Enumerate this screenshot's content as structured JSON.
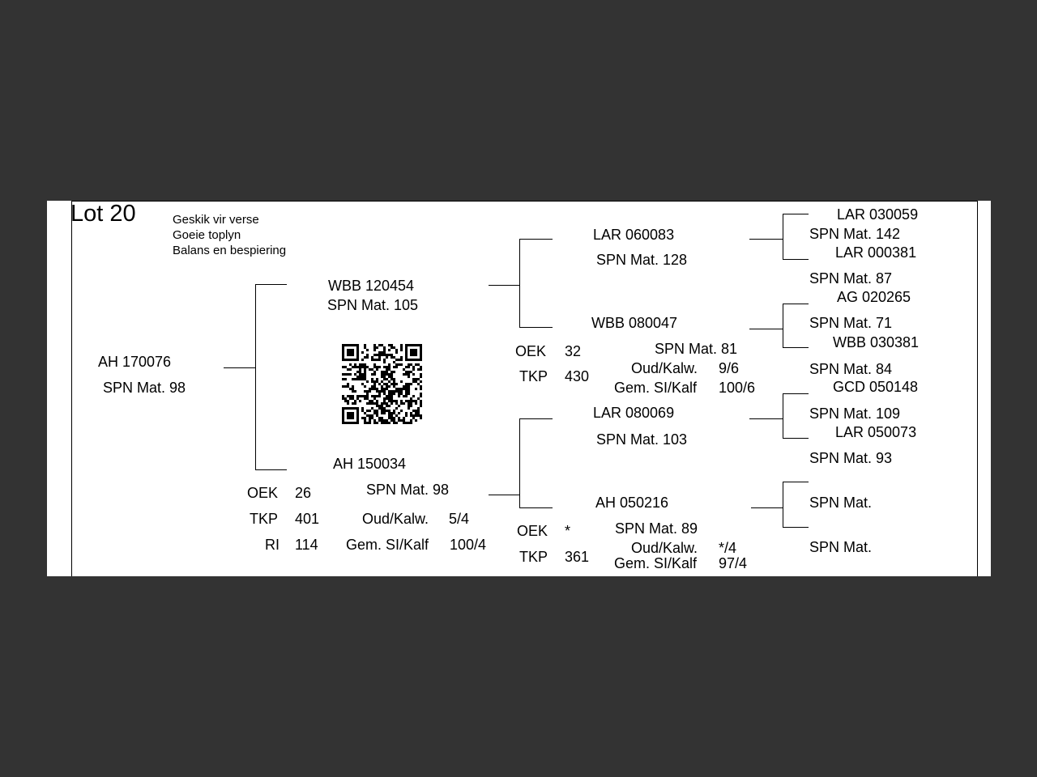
{
  "lot_title": "Lot 20",
  "notes": [
    "Geskik vir verse",
    "Goeie toplyn",
    "Balans en bespiering"
  ],
  "animal": {
    "id": "AH  170076",
    "spn": "SPN Mat. 98"
  },
  "sire": {
    "id": "WBB 120454",
    "spn": "SPN Mat. 105"
  },
  "dam": {
    "id": "AH  150034",
    "spn": "SPN Mat. 98",
    "oek_label": "OEK",
    "oek": "26",
    "tkp_label": "TKP",
    "tkp": "401",
    "ri_label": "RI",
    "ri": "114",
    "oud_label": "Oud/Kalw.",
    "oud": "5/4",
    "gem_label": "Gem. SI/Kalf",
    "gem": "100/4"
  },
  "ss": {
    "id": "LAR 060083",
    "spn": "SPN Mat. 128"
  },
  "sd": {
    "id": "WBB 080047",
    "spn": "SPN Mat. 81",
    "oek_label": "OEK",
    "oek": "32",
    "tkp_label": "TKP",
    "tkp": "430",
    "oud_label": "Oud/Kalw.",
    "oud": "9/6",
    "gem_label": "Gem. SI/Kalf",
    "gem": "100/6"
  },
  "ds": {
    "id": "LAR 080069",
    "spn": "SPN Mat. 103"
  },
  "dd": {
    "id": "AH  050216",
    "spn": "SPN Mat. 89",
    "oek_label": "OEK",
    "oek": "*",
    "tkp_label": "TKP",
    "tkp": "361",
    "oud_label": "Oud/Kalw.",
    "oud": "*/4",
    "gem_label": "Gem. SI/Kalf",
    "gem": "97/4"
  },
  "gen3": [
    {
      "id": "LAR 030059",
      "spn": "SPN Mat. 142"
    },
    {
      "id": "LAR 000381",
      "spn": "SPN Mat. 87"
    },
    {
      "id": "AG  020265",
      "spn": "SPN Mat. 71"
    },
    {
      "id": "WBB 030381",
      "spn": "SPN Mat. 84"
    },
    {
      "id": "GCD 050148",
      "spn": "SPN Mat. 109"
    },
    {
      "id": "LAR 050073",
      "spn": "SPN Mat. 93"
    },
    {
      "spn": "SPN Mat."
    },
    {
      "spn": "SPN Mat."
    }
  ]
}
